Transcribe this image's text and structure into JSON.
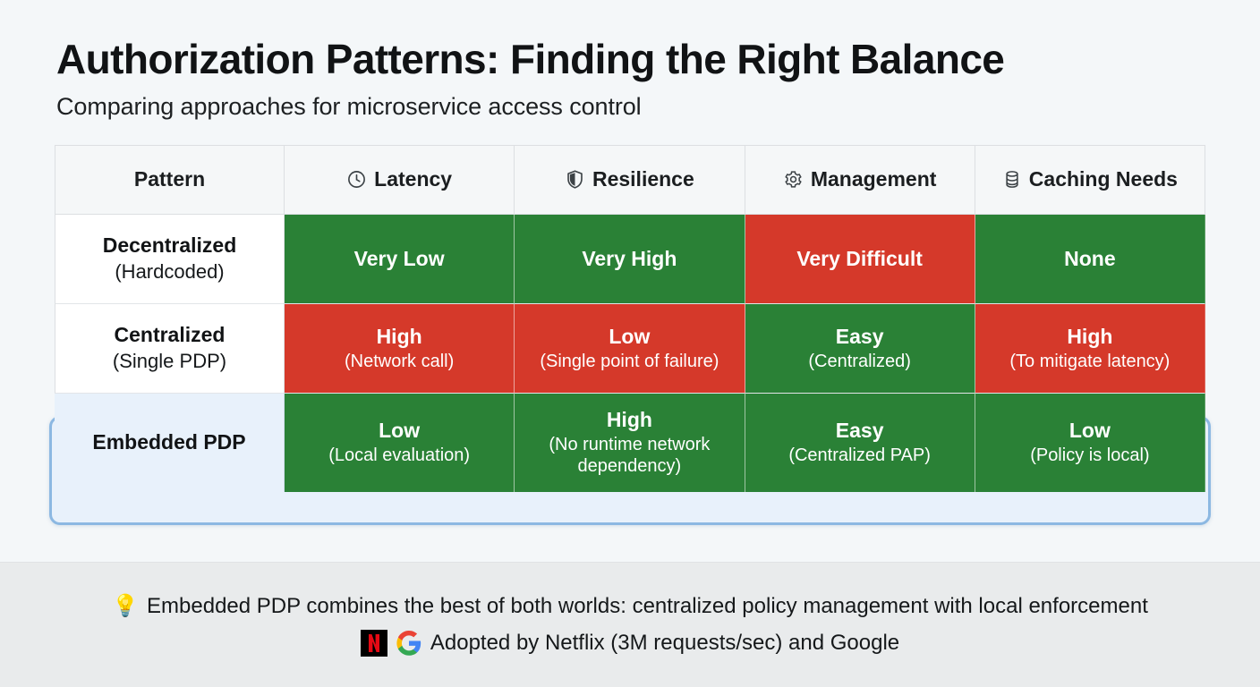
{
  "header": {
    "title": "Authorization Patterns: Finding the Right Balance",
    "subtitle": "Comparing approaches for microservice access control"
  },
  "table": {
    "columns": [
      {
        "label": "Pattern",
        "icon": "none"
      },
      {
        "label": "Latency",
        "icon": "clock-icon"
      },
      {
        "label": "Resilience",
        "icon": "shield-icon"
      },
      {
        "label": "Management",
        "icon": "gear-icon"
      },
      {
        "label": "Caching Needs",
        "icon": "database-icon"
      }
    ],
    "rows": [
      {
        "highlight": false,
        "pattern": {
          "main": "Decentralized",
          "sub": "(Hardcoded)"
        },
        "cells": [
          {
            "main": "Very Low",
            "sub": "",
            "status": "green"
          },
          {
            "main": "Very High",
            "sub": "",
            "status": "green"
          },
          {
            "main": "Very Difficult",
            "sub": "",
            "status": "red"
          },
          {
            "main": "None",
            "sub": "",
            "status": "green"
          }
        ]
      },
      {
        "highlight": false,
        "pattern": {
          "main": "Centralized",
          "sub": "(Single PDP)"
        },
        "cells": [
          {
            "main": "High",
            "sub": "(Network call)",
            "status": "red"
          },
          {
            "main": "Low",
            "sub": "(Single point of failure)",
            "status": "red"
          },
          {
            "main": "Easy",
            "sub": "(Centralized)",
            "status": "green"
          },
          {
            "main": "High",
            "sub": "(To mitigate latency)",
            "status": "red"
          }
        ]
      },
      {
        "highlight": true,
        "pattern": {
          "main": "Embedded PDP",
          "sub": ""
        },
        "cells": [
          {
            "main": "Low",
            "sub": "(Local evaluation)",
            "status": "green"
          },
          {
            "main": "High",
            "sub": "(No runtime network dependency)",
            "status": "green"
          },
          {
            "main": "Easy",
            "sub": "(Centralized PAP)",
            "status": "green"
          },
          {
            "main": "Low",
            "sub": "(Policy is local)",
            "status": "green"
          }
        ]
      }
    ]
  },
  "footer": {
    "insight_icon": "💡",
    "insight": "Embedded PDP combines the best of both worlds: centralized policy management with local enforcement",
    "adoption": "Adopted by Netflix (3M requests/sec) and Google",
    "netflix_letter": "N"
  },
  "colors": {
    "good": "#2a8136",
    "bad": "#d5392a",
    "highlight_border": "#8cb8e2",
    "highlight_fill": "#e8f1fb",
    "page_bg": "#f4f7f9",
    "footer_bg": "#e9ebec"
  }
}
